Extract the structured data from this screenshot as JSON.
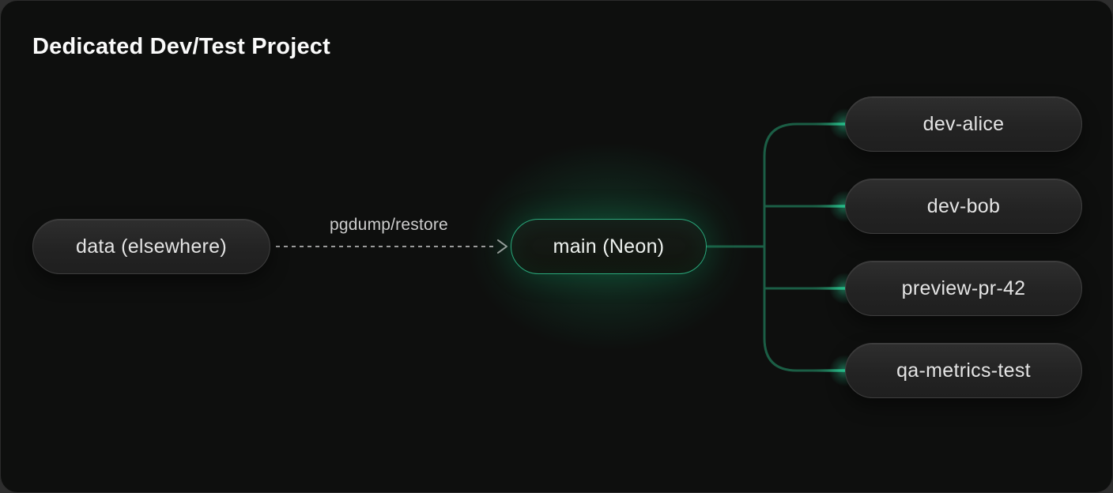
{
  "panel": {
    "title": "Dedicated Dev/Test Project"
  },
  "diagram": {
    "source_node": {
      "label": "data (elsewhere)"
    },
    "transfer": {
      "label": "pgdump/restore"
    },
    "main_node": {
      "label": "main (Neon)"
    },
    "branches": [
      {
        "label": "dev-alice"
      },
      {
        "label": "dev-bob"
      },
      {
        "label": "preview-pr-42"
      },
      {
        "label": "qa-metrics-test"
      }
    ]
  },
  "colors": {
    "page_background": "#2e2e2e",
    "panel_background": "#0e0f0e",
    "panel_border": "#2c2c2c",
    "title_text": "#fafafa",
    "node_background": "#262626",
    "node_border": "#3e3e3e",
    "node_text": "#e4e4e4",
    "main_node_border_green": "#2aa97c",
    "main_node_glow_green": "#00be78",
    "connector_green": "#1b5e45",
    "connector_tip_green": "#2fe3a6",
    "dashed_arrow_gray": "#9b9b9b",
    "transfer_label_text": "#cccccc"
  }
}
